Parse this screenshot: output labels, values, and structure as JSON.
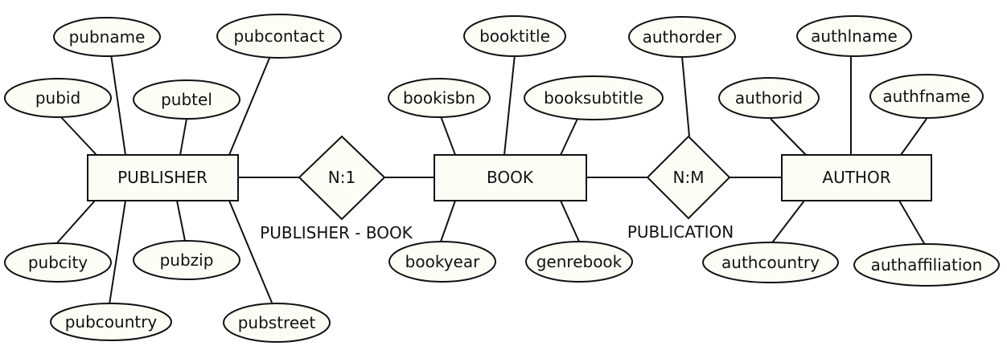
{
  "entities": {
    "publisher": "PUBLISHER",
    "book": "BOOK",
    "author": "AUTHOR"
  },
  "relationships": {
    "publisher_book": {
      "cardinality": "N:1",
      "name": "PUBLISHER - BOOK"
    },
    "publication": {
      "cardinality": "N:M",
      "name": "PUBLICATION"
    }
  },
  "attributes": {
    "publisher": [
      "pubname",
      "pubcontact",
      "pubid",
      "pubtel",
      "pubcity",
      "pubzip",
      "pubcountry",
      "pubstreet"
    ],
    "book": [
      "booktitle",
      "bookisbn",
      "booksubtitle",
      "bookyear",
      "genrebook"
    ],
    "publication": [
      "authorder"
    ],
    "author": [
      "authlname",
      "authorid",
      "authfname",
      "authcountry",
      "authaffiliation"
    ]
  },
  "colors": {
    "shape_fill": "#fdfdf6",
    "stroke": "#111111"
  }
}
